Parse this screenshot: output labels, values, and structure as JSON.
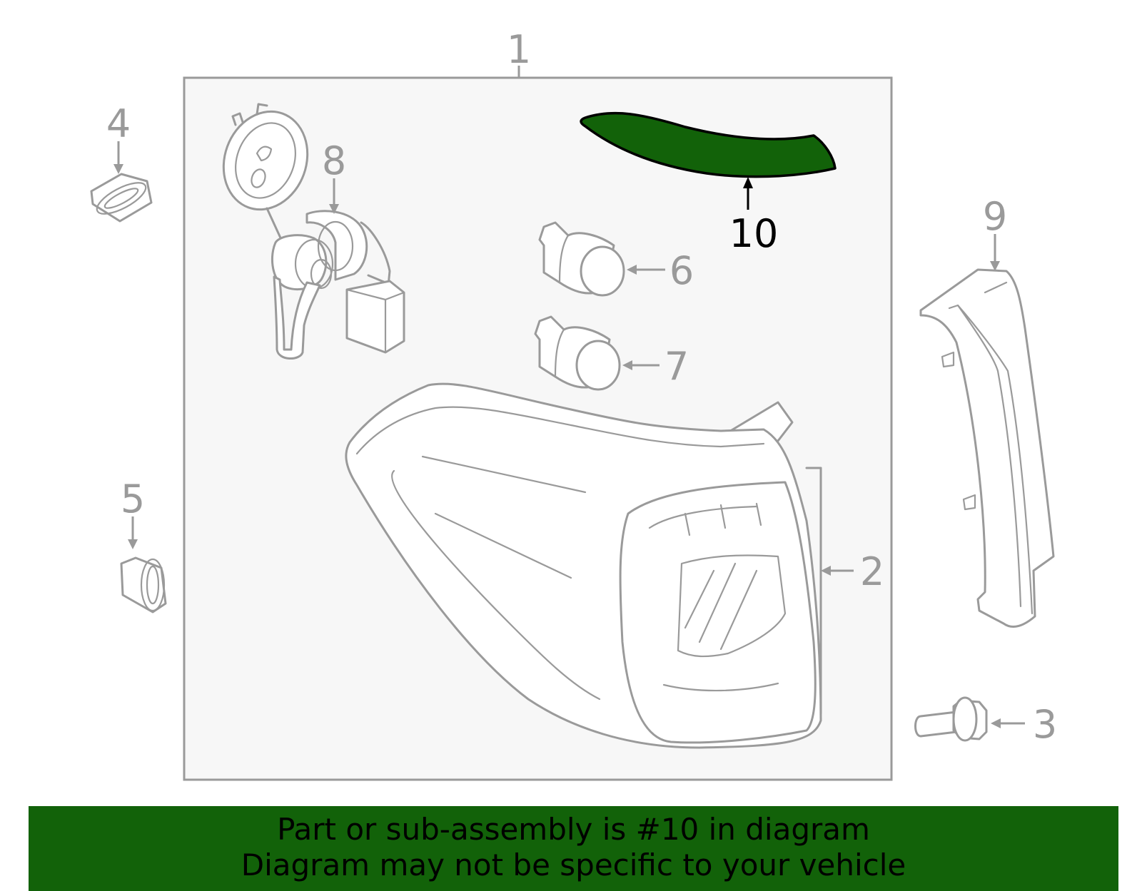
{
  "diagram": {
    "highlight_color": "#126209",
    "line_color": "#9a9a9a",
    "assembly_box_fill": "#f7f7f7",
    "callouts": [
      {
        "id": "1",
        "label": "1"
      },
      {
        "id": "2",
        "label": "2"
      },
      {
        "id": "3",
        "label": "3"
      },
      {
        "id": "4",
        "label": "4"
      },
      {
        "id": "5",
        "label": "5"
      },
      {
        "id": "6",
        "label": "6"
      },
      {
        "id": "7",
        "label": "7"
      },
      {
        "id": "8",
        "label": "8"
      },
      {
        "id": "9",
        "label": "9"
      },
      {
        "id": "10",
        "label": "10",
        "highlighted": true
      }
    ]
  },
  "banner": {
    "background": "#126209",
    "line1": "Part or sub-assembly is #10 in diagram",
    "line2": "Diagram may not be specific to your vehicle"
  }
}
